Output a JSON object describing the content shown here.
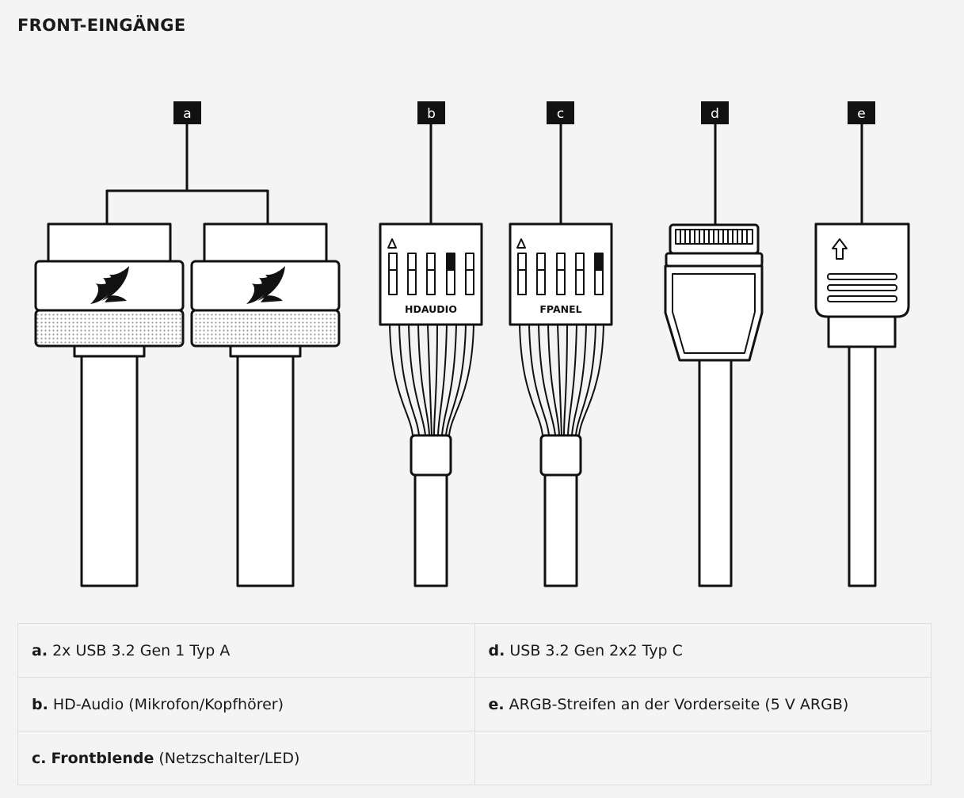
{
  "title": "FRONT-EINGÄNGE",
  "badges": {
    "a": "a",
    "b": "b",
    "c": "c",
    "d": "d",
    "e": "e"
  },
  "connector_labels": {
    "hdaudio": "HDAUDIO",
    "fpanel": "FPANEL"
  },
  "legend": {
    "a": {
      "letter": "a.",
      "text": "2x USB 3.2 Gen 1 Typ A"
    },
    "b": {
      "letter": "b.",
      "text": "HD-Audio (Mikrofon/Kopfhörer)"
    },
    "c": {
      "letter": "c.",
      "bold_text": "Frontblende",
      "text": "(Netzschalter/LED)"
    },
    "d": {
      "letter": "d.",
      "text": "USB 3.2 Gen 2x2 Typ C"
    },
    "e": {
      "letter": "e.",
      "text": "ARGB-Streifen an der Vorderseite (5 V ARGB)"
    }
  },
  "colors": {
    "background": "#f4f4f4",
    "ink": "#111111",
    "badge_text": "#ffffff",
    "table_border": "#dedede"
  },
  "icons": [
    "corsair-sails-logo-icon",
    "up-arrow-icon"
  ]
}
